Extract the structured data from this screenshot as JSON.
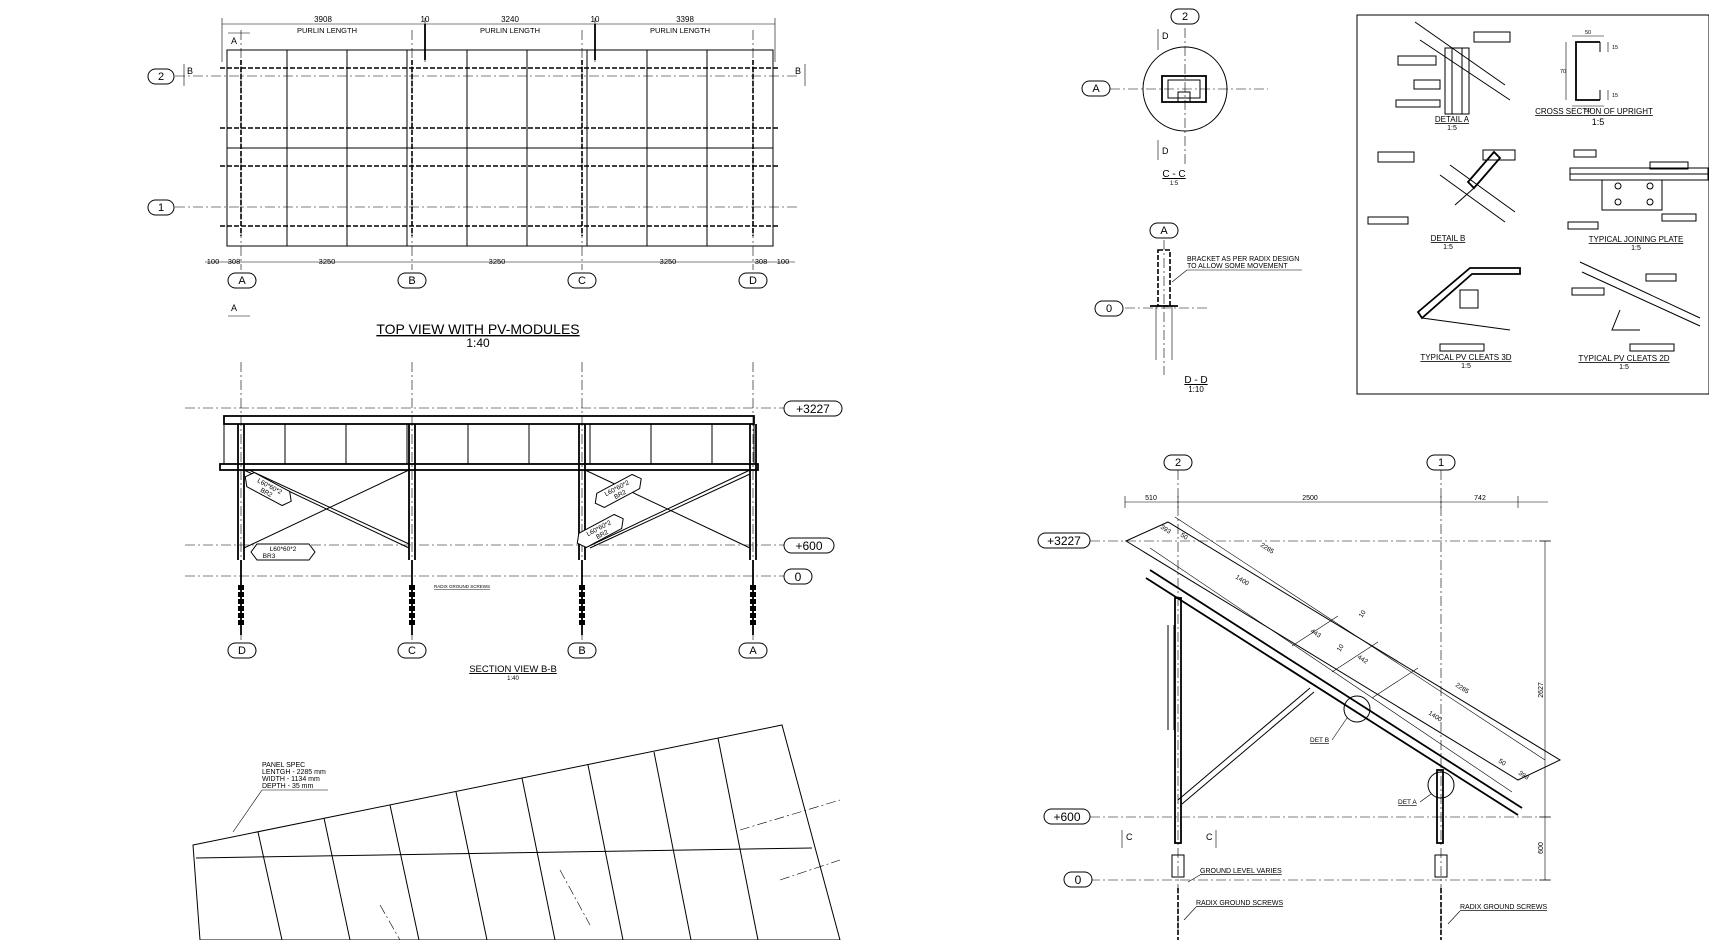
{
  "top_view": {
    "title": "TOP VIEW WITH PV-MODULES",
    "scale": "1:40",
    "dims_top": [
      "3908",
      "10",
      "3240",
      "10",
      "3398"
    ],
    "purlin_label": "PURLIN LENGTH",
    "dims_bottom": [
      "100",
      "308",
      "3250",
      "3250",
      "3250",
      "308",
      "100"
    ],
    "grid_cols": [
      "A",
      "B",
      "C",
      "D"
    ],
    "grid_rows": [
      "2",
      "1"
    ],
    "section_mark": "A",
    "section_mark_b": "B"
  },
  "section_bb": {
    "title": "SECTION VIEW B-B",
    "scale": "1:40",
    "levels": [
      "+3227",
      "+600",
      "0"
    ],
    "grid_cols": [
      "D",
      "C",
      "B",
      "A"
    ],
    "brace_label_1": "L60*60*2",
    "brace_tag_1": "BR2",
    "brace_label_2": "L60*60*2",
    "brace_tag_2": "BR3",
    "ground_note": "RADIX GROUND SCREWS"
  },
  "panel_view": {
    "spec_lines": [
      "PANEL SPEC",
      "LENTGH - 2285 mm",
      "WIDTH - 1134 mm",
      "DEPTH - 35 mm"
    ]
  },
  "section_cc": {
    "title": "C - C",
    "scale": "1:5",
    "grid_top": "2",
    "grid_left": "A",
    "mark": "D"
  },
  "section_dd": {
    "title": "D - D",
    "scale": "1:10",
    "grid_top": "A",
    "grid_left": "0",
    "note": [
      "BRACKET AS PER RADIX DESIGN",
      "TO ALLOW SOME MOVEMENT"
    ]
  },
  "details": {
    "detail_a": {
      "title": "DETAIL A",
      "scale": "1:5"
    },
    "cross_section": {
      "title": "CROSS SECTION OF UPRIGHT",
      "scale": "1:5",
      "dims": [
        "50",
        "15",
        "70",
        "15",
        "50"
      ]
    },
    "detail_b": {
      "title": "DETAIL B",
      "scale": "1:5"
    },
    "joining_plate": {
      "title": "TYPICAL JOINING PLATE",
      "scale": "1:5"
    },
    "cleats_3d": {
      "title": "TYPICAL PV CLEATS 3D",
      "scale": "1:5"
    },
    "cleats_2d": {
      "title": "TYPICAL PV CLEATS 2D",
      "scale": "1:5"
    }
  },
  "side_view": {
    "grid_cols": [
      "2",
      "1"
    ],
    "dims_top": [
      "510",
      "2500",
      "742"
    ],
    "levels": [
      "+3227",
      "+600",
      "0"
    ],
    "dims_slope": [
      "393",
      "50",
      "2285",
      "1400",
      "10",
      "443",
      "10",
      "442",
      "2285",
      "1400",
      "50",
      "393"
    ],
    "height_dims": [
      "2627",
      "600"
    ],
    "det_b": "DET B",
    "det_a": "DET A",
    "section_mark": "C",
    "ground_level": "GROUND LEVEL VARIES",
    "ground_screws": "RADIX GROUND SCREWS",
    "ground_screws_2": "RADIX GROUND SCREWS"
  }
}
